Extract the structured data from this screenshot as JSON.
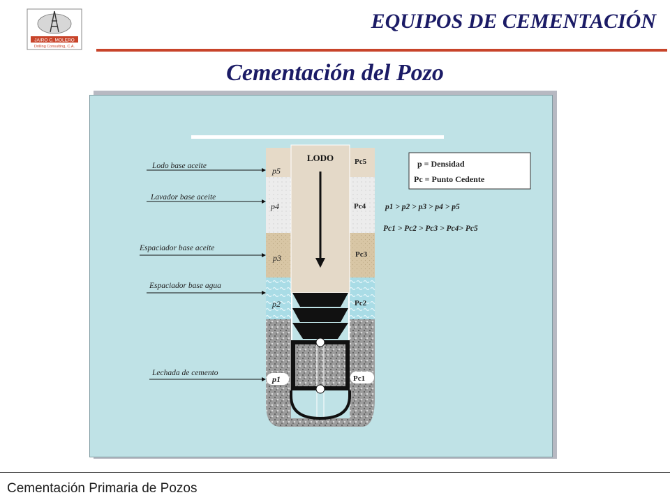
{
  "logo": {
    "name": "JAIRO C. MOLERO",
    "company": "Drilling Consulting, C.A."
  },
  "header": {
    "title": "EQUIPOS DE CEMENTACIÓN"
  },
  "slide": {
    "title": "Cementación del Pozo"
  },
  "diagram": {
    "center_label": "LODO",
    "left_labels": [
      "Lodo base aceite",
      "Lavador base aceite",
      "Espaciador base aceite",
      "Espaciador base agua",
      "Lechada de cemento"
    ],
    "density_labels": [
      "p5",
      "p4",
      "p3",
      "p2",
      "p1"
    ],
    "yield_labels": [
      "Pc5",
      "Pc4",
      "Pc3",
      "Pc2",
      "Pc1"
    ],
    "legend": {
      "line1": "p = Densidad",
      "line2": "Pc = Punto Cedente"
    },
    "relation_density": "p1 > p2 > p3 > p4 > p5",
    "relation_yield": "Pc1  > Pc2  > Pc3  > Pc4> Pc5",
    "colors": {
      "background": "#bfe2e6",
      "lodo": "#e8dccb",
      "lavador": "#ececec",
      "espaciador_aceite": "#d8c6a5",
      "espaciador_agua": "#a9dce6",
      "cemento": "#9a9a9a",
      "header_red": "#c8442a",
      "title_blue": "#1b1b66"
    }
  },
  "footer": {
    "text": "Cementación Primaria de Pozos"
  }
}
